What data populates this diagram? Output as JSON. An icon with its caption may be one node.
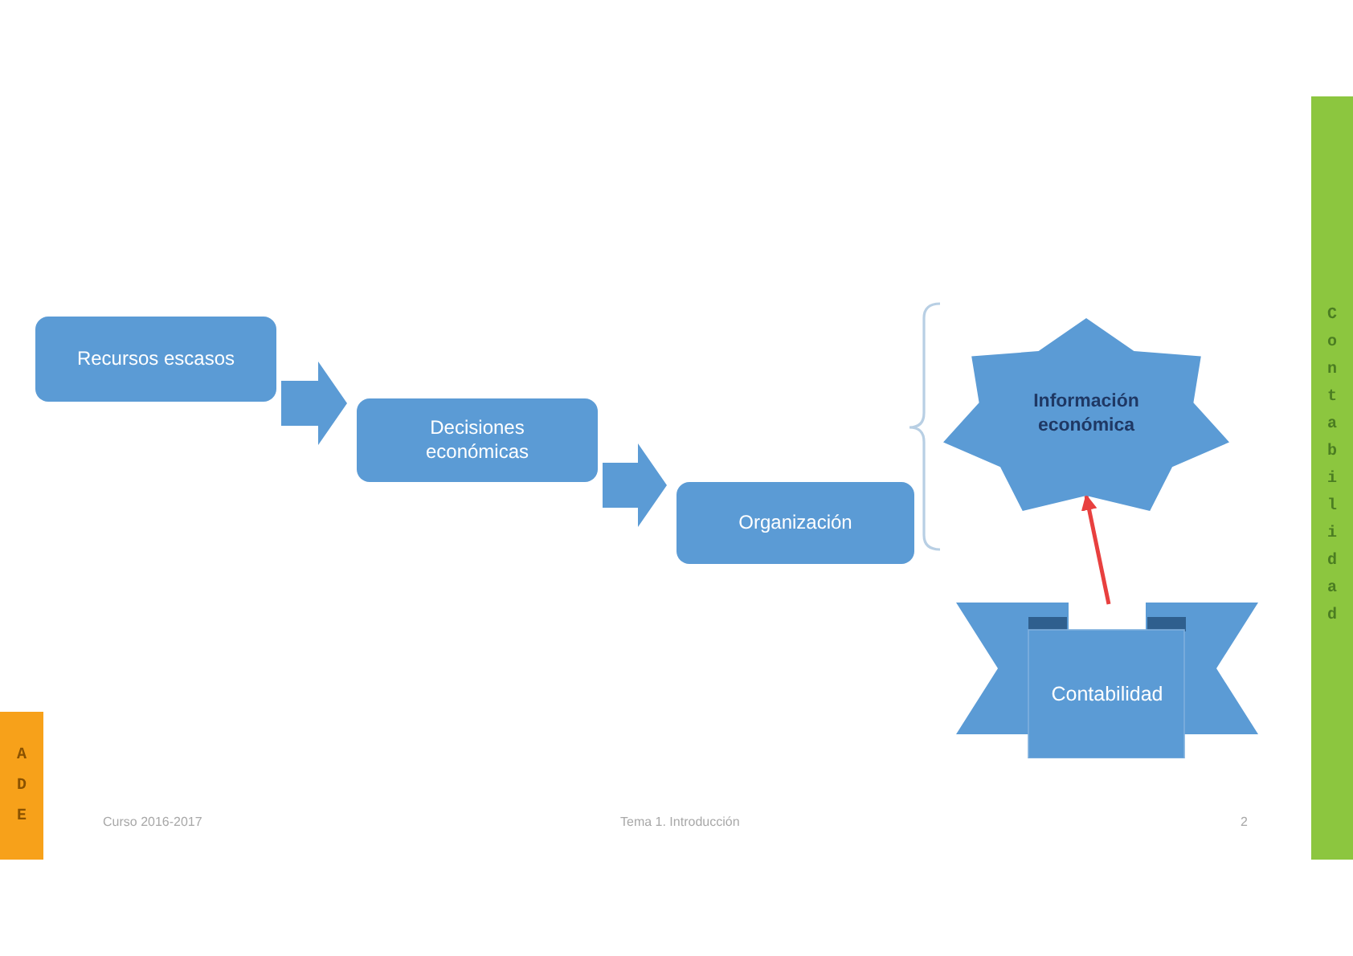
{
  "diagram": {
    "nodes": [
      {
        "text": [
          "Recursos escasos"
        ]
      },
      {
        "text": [
          "Decisiones económicas"
        ]
      },
      {
        "text": [
          "Organización"
        ]
      },
      {
        "text": [
          "Información económica"
        ]
      },
      {
        "text": [
          "Contabilidad"
        ]
      },
      {
        "text": [
          "Contabilidad"
        ]
      },
      {
        "text": [
          "ADE"
        ]
      }
    ],
    "edges": [
      {
        "from": 0,
        "to": 1,
        "arrow": "to"
      },
      {
        "from": 1,
        "to": 2,
        "arrow": "to"
      },
      {
        "from": 4,
        "to": 3,
        "arrow": "to",
        "color": "#e8403f"
      }
    ],
    "labels": [
      "Curso 2016-2017",
      "Tema 1. Introducción",
      "2"
    ]
  }
}
